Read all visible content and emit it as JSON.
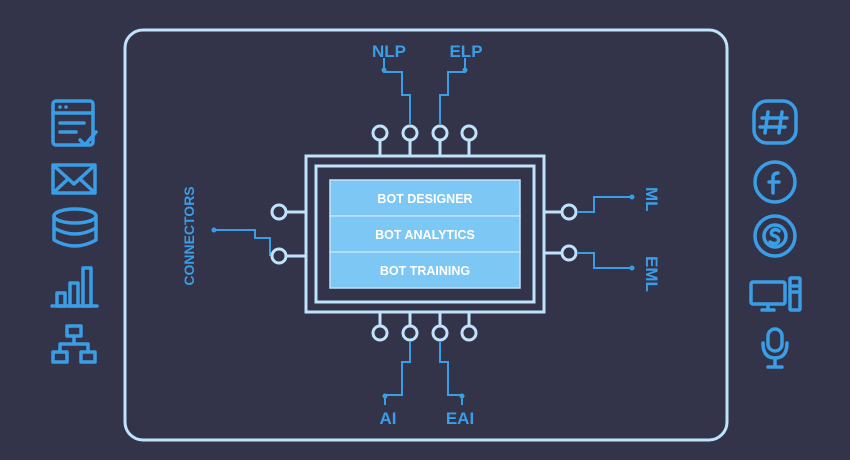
{
  "chip": {
    "modules": [
      {
        "label": "BOT DESIGNER"
      },
      {
        "label": "BOT ANALYTICS"
      },
      {
        "label": "BOT TRAINING"
      }
    ]
  },
  "labels": {
    "top_left": "NLP",
    "top_right": "ELP",
    "bottom_left": "AI",
    "bottom_right": "EAI",
    "right_top": "ML",
    "right_bottom": "EML",
    "left": "CONNECTORS"
  },
  "left_icons": [
    "form-check-icon",
    "mail-icon",
    "database-icon",
    "bar-chart-icon",
    "org-chart-icon"
  ],
  "right_icons": [
    "slack-icon",
    "facebook-icon",
    "skype-icon",
    "desktop-computer-icon",
    "microphone-icon"
  ],
  "colors": {
    "background": "#33334a",
    "accent": "#3a9ee6",
    "frame": "#bfe3fb",
    "module_fill": "#7cc7f4"
  }
}
